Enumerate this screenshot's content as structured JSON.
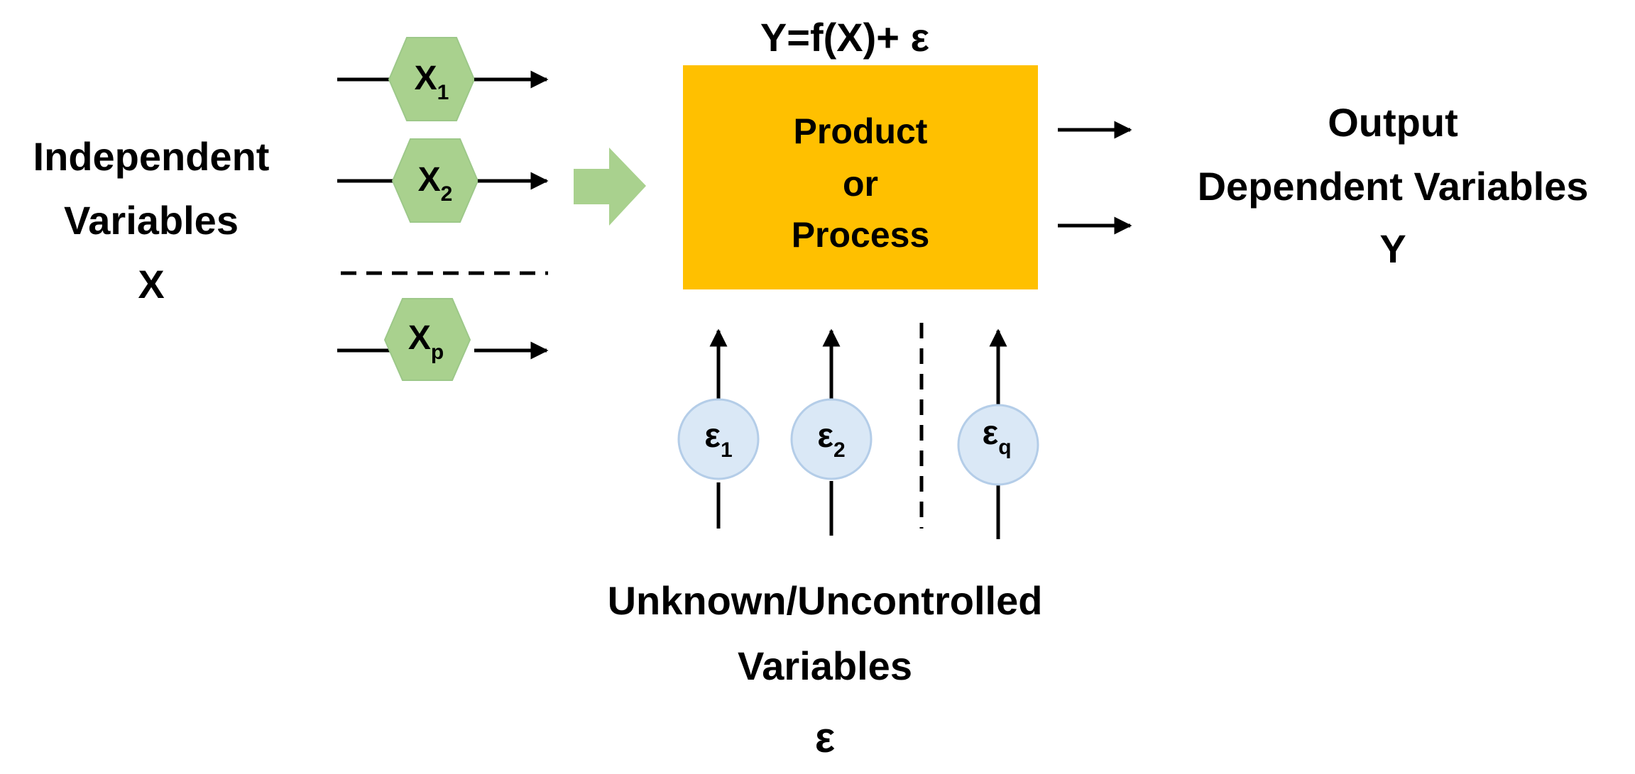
{
  "equation": "Y=f(X)+ ε",
  "independent": {
    "line1": "Independent",
    "line2": "Variables",
    "symbol": "X"
  },
  "inputs": [
    {
      "base": "X",
      "sub": "1"
    },
    {
      "base": "X",
      "sub": "2"
    },
    {
      "base": "X",
      "sub": "p"
    }
  ],
  "process": {
    "line1": "Product",
    "line2": "or",
    "line3": "Process"
  },
  "output": {
    "line1": "Output",
    "line2": "Dependent Variables",
    "symbol": "Y"
  },
  "noise": [
    {
      "base": "ε",
      "sub": "1"
    },
    {
      "base": "ε",
      "sub": "2"
    },
    {
      "base": "ε",
      "sub": "q"
    }
  ],
  "unknown": {
    "line1": "Unknown/Uncontrolled",
    "line2": "Variables",
    "symbol": "ε"
  },
  "colors": {
    "hexagon_fill": "#a9d18e",
    "hexagon_stroke": "#9dc889",
    "process_fill": "#ffc000",
    "process_text": "#3a2a00",
    "big_arrow_fill": "#a9d18e",
    "circle_fill": "#dae8f6",
    "circle_stroke": "#b4cde8",
    "line": "#000000"
  },
  "icons": {
    "input_arrow": "right-arrow-icon",
    "big_arrow": "block-right-arrow-icon",
    "noise_arrow": "up-arrow-icon"
  }
}
